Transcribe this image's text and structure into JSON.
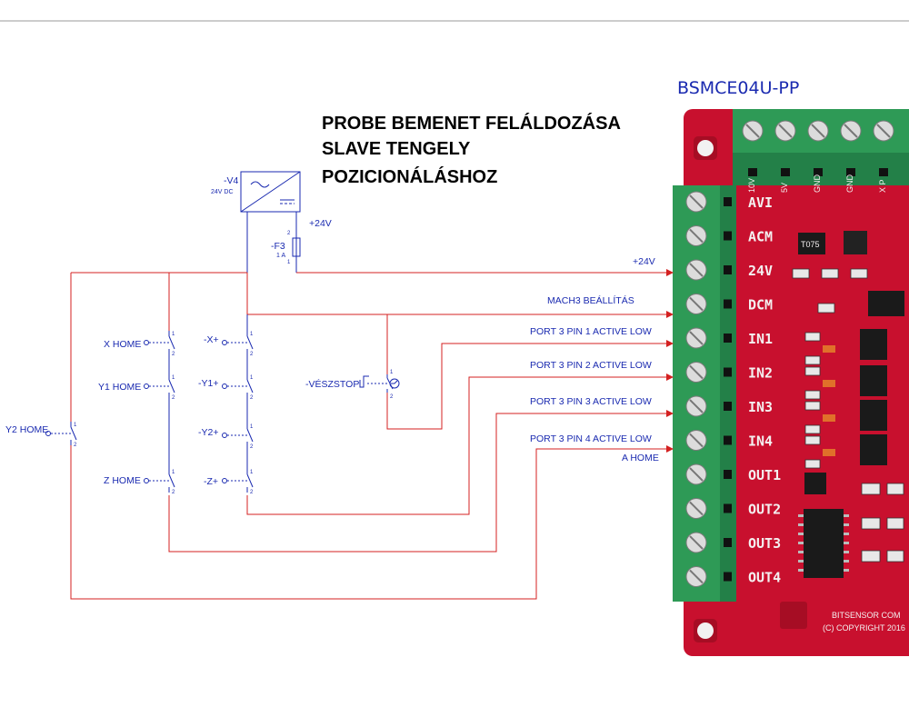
{
  "title_lines": [
    "PROBE BEMENET FELÁLDOZÁSA",
    "SLAVE TENGELY",
    "POZICIONÁLÁSHOZ"
  ],
  "board": {
    "name": "BSMCE04U-PP",
    "left_labels": [
      "AVI",
      "ACM",
      "24V",
      "DCM",
      "IN1",
      "IN2",
      "IN3",
      "IN4",
      "OUT1",
      "OUT2",
      "OUT3",
      "OUT4"
    ],
    "top_labels": [
      "10V",
      "5V",
      "GND",
      "GND",
      "X P"
    ],
    "chip_label": "T075",
    "footer_lines": [
      "BITSENSOR  COM",
      "(C) COPYRIGHT  2016"
    ]
  },
  "power_supply": {
    "tag": "-V4",
    "rating": "24V DC"
  },
  "fuse": {
    "tag": "-F3",
    "rating": "1 A",
    "pin_top": "2",
    "pin_bottom": "1"
  },
  "nets": {
    "supply_label": "+24V",
    "board_24v": "+24V",
    "mach3": "MACH3 BEÁLLÍTÁS",
    "port_pin1": "PORT 3    PIN 1 ACTIVE LOW",
    "port_pin2": "PORT 3    PIN 2 ACTIVE LOW",
    "port_pin3": "PORT 3    PIN 3 ACTIVE LOW",
    "port_pin4": "PORT 3    PIN 4 ACTIVE LOW",
    "a_home": "A HOME"
  },
  "switches": {
    "x_home": "X HOME",
    "y1_home": "Y1 HOME",
    "y2_home": "Y2 HOME",
    "z_home": "Z HOME",
    "x_plus": "-X+",
    "y1_plus": "-Y1+",
    "y2_plus": "-Y2+",
    "z_plus": "-Z+",
    "estop": "-VÉSZSTOP",
    "pin1": "1",
    "pin2": "2"
  },
  "colors": {
    "schematic": "#1a2ab0",
    "wire": "#d42020",
    "pcb": "#c8102e",
    "terminal": "#2e9a56"
  }
}
